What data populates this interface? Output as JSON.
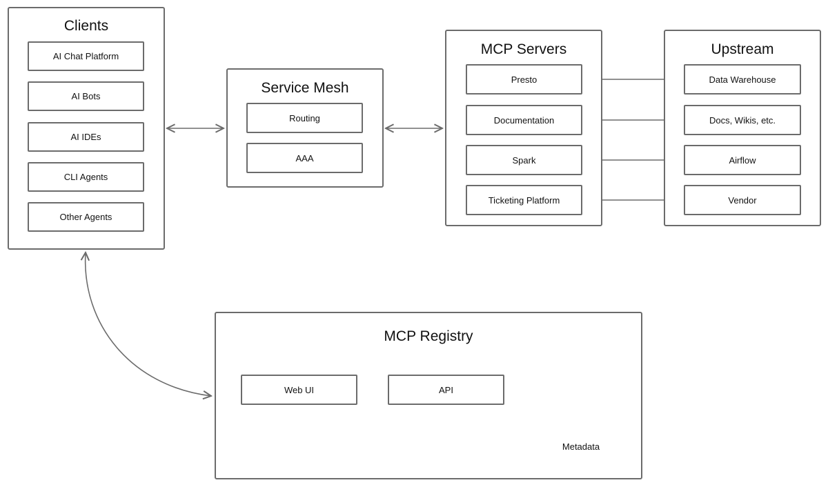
{
  "clients": {
    "title": "Clients",
    "items": [
      {
        "label": "AI Chat Platform"
      },
      {
        "label": "AI Bots"
      },
      {
        "label": "AI IDEs"
      },
      {
        "label": "CLI Agents"
      },
      {
        "label": "Other Agents"
      }
    ]
  },
  "service_mesh": {
    "title": "Service Mesh",
    "items": [
      {
        "label": "Routing"
      },
      {
        "label": "AAA"
      }
    ]
  },
  "mcp_servers": {
    "title": "MCP Servers",
    "items": [
      {
        "label": "Presto"
      },
      {
        "label": "Documentation"
      },
      {
        "label": "Spark"
      },
      {
        "label": "Ticketing Platform"
      }
    ]
  },
  "upstream": {
    "title": "Upstream",
    "items": [
      {
        "label": "Data Warehouse"
      },
      {
        "label": "Docs, Wikis, etc."
      },
      {
        "label": "Airflow"
      },
      {
        "label": "Vendor"
      }
    ]
  },
  "registry": {
    "title": "MCP Registry",
    "items": [
      {
        "label": "Web UI"
      },
      {
        "label": "API"
      }
    ],
    "database_label": "Metadata"
  },
  "colors": {
    "stroke": "#6b6b6b",
    "text": "#111111",
    "background": "#ffffff"
  }
}
